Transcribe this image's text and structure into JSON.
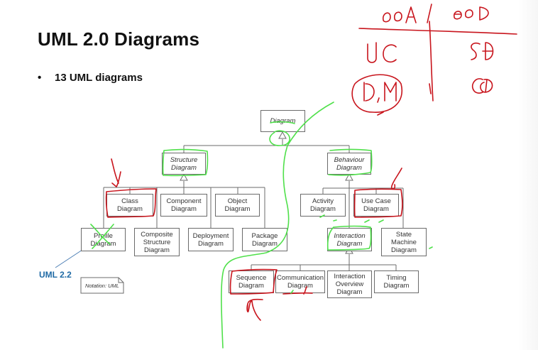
{
  "slide": {
    "title": "UML 2.0 Diagrams",
    "bullets": [
      {
        "symbol": "•",
        "text": "13 UML diagrams"
      }
    ],
    "uml22_label": "UML 2.2",
    "note_label": "Notation: UML"
  },
  "diagram": {
    "root": "Diagram",
    "structure": "Structure Diagram",
    "behaviour": "Behaviour Diagram",
    "class": "Class Diagram",
    "component": "Component Diagram",
    "object": "Object Diagram",
    "profile": "Profile Diagram",
    "composite": "Composite Structure Diagram",
    "deployment": "Deployment Diagram",
    "package": "Package Diagram",
    "activity": "Activity Diagram",
    "usecase": "Use Case Diagram",
    "interaction": "Interaction Diagram",
    "statemachine": "State Machine Diagram",
    "sequence": "Sequence Diagram",
    "communication": "Communication Diagram",
    "interactionoverview": "Interaction Overview Diagram",
    "timing": "Timing Diagram"
  },
  "annotations": {
    "handwritten_table": {
      "col1_header": "OOA",
      "col2_header": "OOD",
      "rows": [
        [
          "UC",
          "SD"
        ],
        [
          "D,M",
          "CD"
        ]
      ]
    },
    "colors": {
      "red_ink": "#c8141c",
      "green_ink": "#4fe04a",
      "uml22_blue": "#1f6aa5"
    }
  }
}
